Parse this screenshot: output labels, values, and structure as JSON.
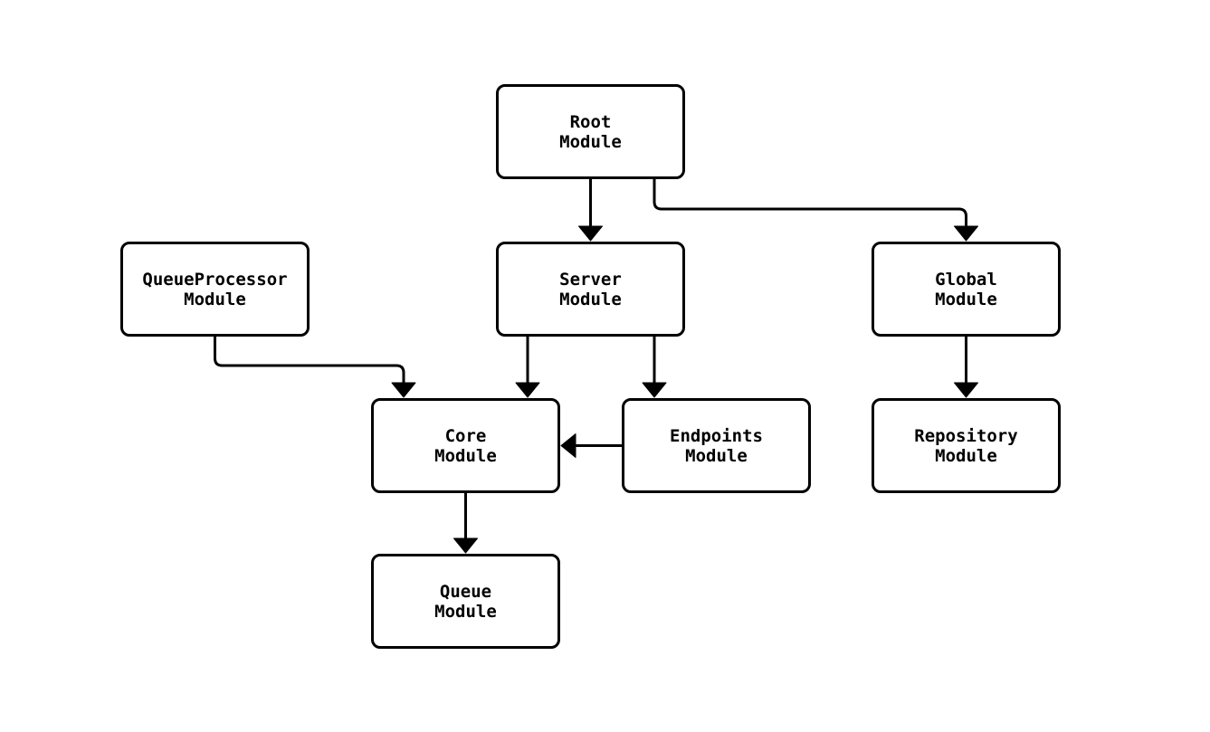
{
  "diagram": {
    "type": "flowchart",
    "direction": "top-down",
    "background_color": "#ffffff",
    "node_fill_color": "#ffffff",
    "node_border_color": "#000000",
    "edge_color": "#000000",
    "text_color": "#000000",
    "nodes": [
      {
        "id": "root",
        "label": "Root\nModule"
      },
      {
        "id": "queueprocessor",
        "label": "QueueProcessor\nModule"
      },
      {
        "id": "server",
        "label": "Server\nModule"
      },
      {
        "id": "global",
        "label": "Global\nModule"
      },
      {
        "id": "core",
        "label": "Core\nModule"
      },
      {
        "id": "endpoints",
        "label": "Endpoints\nModule"
      },
      {
        "id": "repository",
        "label": "Repository\nModule"
      },
      {
        "id": "queue",
        "label": "Queue\nModule"
      }
    ],
    "edges": [
      {
        "from": "root",
        "to": "server",
        "style": "straight-vertical"
      },
      {
        "from": "root",
        "to": "global",
        "style": "elbow-right-down"
      },
      {
        "from": "queueprocessor",
        "to": "core",
        "style": "elbow-right-down"
      },
      {
        "from": "server",
        "to": "core",
        "style": "straight-vertical"
      },
      {
        "from": "server",
        "to": "endpoints",
        "style": "straight-vertical"
      },
      {
        "from": "endpoints",
        "to": "core",
        "style": "straight-horizontal-left"
      },
      {
        "from": "global",
        "to": "repository",
        "style": "straight-vertical"
      },
      {
        "from": "core",
        "to": "queue",
        "style": "straight-vertical"
      }
    ]
  }
}
